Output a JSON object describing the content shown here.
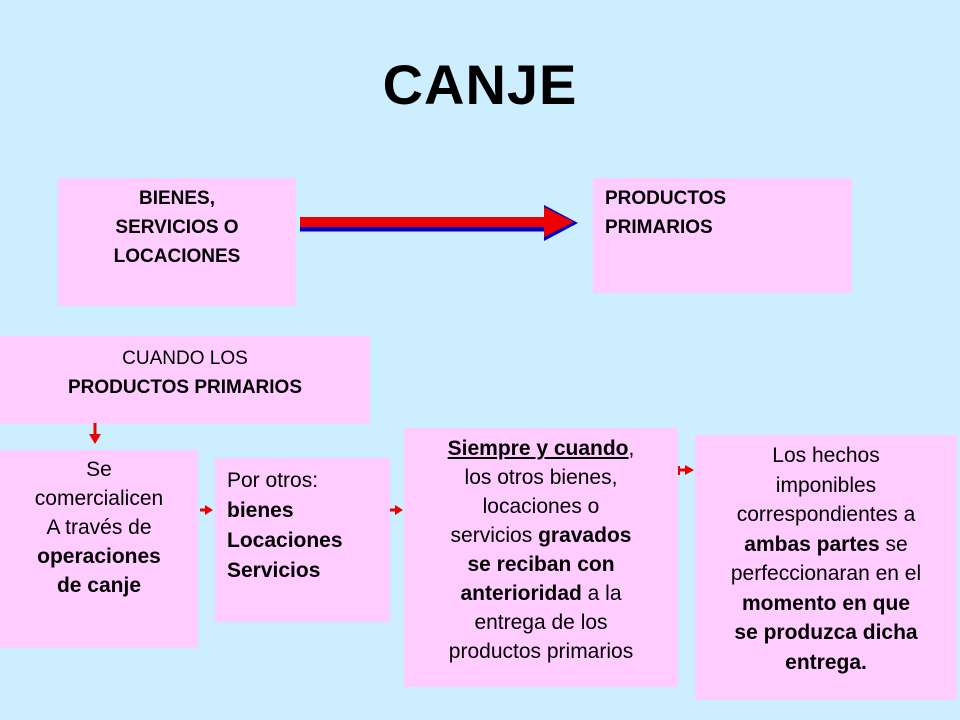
{
  "title": "CANJE",
  "boxes": {
    "left_top": [
      "BIENES,",
      "SERVICIOS O",
      "LOCACIONES"
    ],
    "right_top": [
      "PRODUCTOS",
      "PRIMARIOS"
    ],
    "cuando": {
      "line1": "CUANDO LOS",
      "line2": "PRODUCTOS PRIMARIOS"
    },
    "se": {
      "l1": "Se",
      "l2": "comercialicen",
      "l3": "A través de",
      "l4": "operaciones",
      "l5": "de canje"
    },
    "otros": {
      "l1": "Por otros:",
      "l2": "bienes",
      "l3": "Locaciones",
      "l4": "Servicios"
    },
    "siempre": {
      "s1": "Siempre y cuando",
      "s1b": ",",
      "s2": "los otros bienes,",
      "s3": "locaciones  o",
      "s4": "servicios ",
      "s4b": "gravados",
      "s5": "se reciban con",
      "s6": "anterioridad",
      "s6b": "  a la",
      "s7": "entrega de los",
      "s8": "productos primarios"
    },
    "hechos": {
      "h1": "Los hechos",
      "h2": "imponibles",
      "h3": "correspondientes  a",
      "h4": "ambas partes",
      "h4b": "  se",
      "h5": "perfeccionaran en el",
      "h6": "momento en que",
      "h7": "se produzca dicha",
      "h8": "entrega."
    }
  },
  "colors": {
    "background": "#cceeff",
    "box": "#ffccff",
    "arrow": "#ee0000"
  }
}
